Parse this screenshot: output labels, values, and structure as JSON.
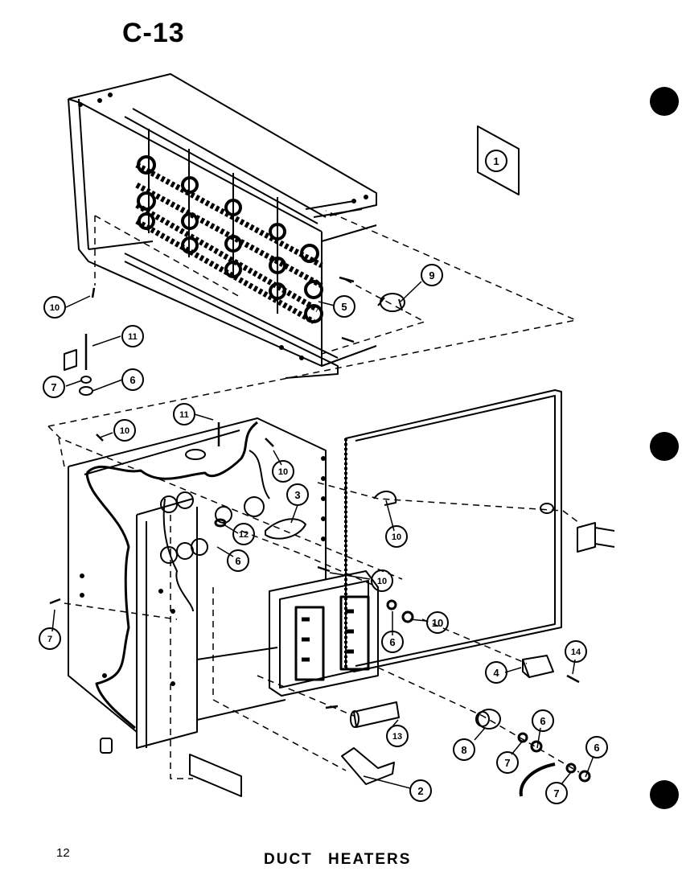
{
  "page": {
    "title": "C-13",
    "page_number": "12",
    "caption": "DUCT HEATERS"
  },
  "callouts": [
    "1",
    "9",
    "5",
    "10",
    "11",
    "7",
    "6",
    "11",
    "10",
    "10",
    "3",
    "12",
    "6",
    "10",
    "10",
    "7",
    "6",
    "10",
    "4",
    "14",
    "13",
    "8",
    "6",
    "7",
    "2",
    "7",
    "6"
  ]
}
